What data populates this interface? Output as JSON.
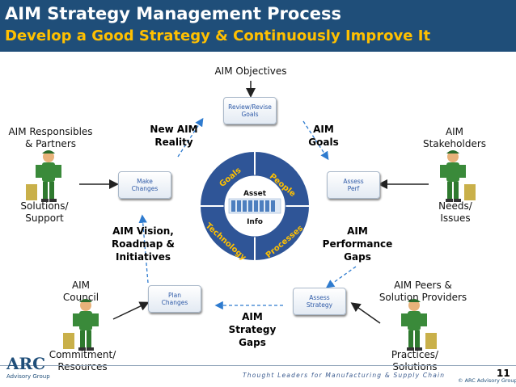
{
  "header": {
    "title": "AIM Strategy Management Process",
    "subtitle": "Develop a Good Strategy & Continuously Improve It"
  },
  "colors": {
    "header_bg": "#1f4e79",
    "subtitle": "#ffc000",
    "box_text": "#2e5aa7"
  },
  "top_label": "AIM Objectives",
  "boxes": {
    "review": "Review/Revise\nGoals",
    "make": "Make\nChanges",
    "assess_perf": "Assess\nPerf",
    "plan": "Plan\nChanges",
    "assess_strategy": "Assess\nStrategy"
  },
  "center": {
    "segments": [
      "Goals",
      "People",
      "Technology",
      "Processes"
    ],
    "inner_top": "Asset",
    "inner_bottom": "Info"
  },
  "flow_labels": {
    "new_reality": "New AIM\nReality",
    "goals": "AIM\nGoals",
    "vision": "AIM Vision,\nRoadmap &\nInitiatives",
    "perf_gaps": "AIM\nPerformance\nGaps",
    "strategy_gaps": "AIM\nStrategy\nGaps"
  },
  "stakeholders": {
    "responsibles": {
      "name": "AIM Responsibles\n& Partners",
      "output": "Solutions/\nSupport",
      "icon": "worker-figure-icon"
    },
    "stakeholders": {
      "name": "AIM\nStakeholders",
      "output": "Needs/\nIssues",
      "icon": "worker-figure-icon"
    },
    "council": {
      "name": "AIM\nCouncil",
      "output": "Commitment/\nResources",
      "icon": "worker-figure-icon"
    },
    "peers": {
      "name": "AIM Peers &\nSolution Providers",
      "output": "Practices/\nSolutions",
      "icon": "worker-figure-icon"
    }
  },
  "footer": {
    "logo": "ARC",
    "logo_sub": "Advisory Group",
    "tagline": "Thought Leaders for Manufacturing & Supply Chain",
    "page": "11",
    "copyright": "© ARC Advisory Group"
  }
}
